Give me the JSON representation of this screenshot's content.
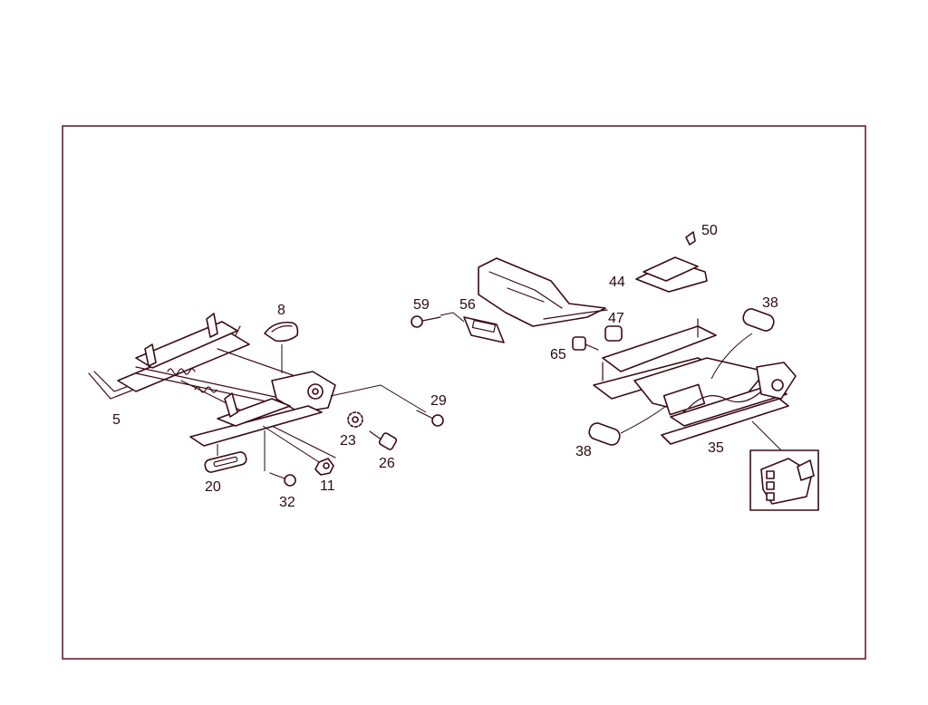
{
  "colors": {
    "frame": "#5a1020",
    "ink": "#3a0a14",
    "background": "#ffffff"
  },
  "callouts": [
    {
      "id": "5",
      "label": "5"
    },
    {
      "id": "8",
      "label": "8"
    },
    {
      "id": "11",
      "label": "11"
    },
    {
      "id": "20",
      "label": "20"
    },
    {
      "id": "23",
      "label": "23"
    },
    {
      "id": "26",
      "label": "26"
    },
    {
      "id": "29",
      "label": "29"
    },
    {
      "id": "32",
      "label": "32"
    },
    {
      "id": "35",
      "label": "35"
    },
    {
      "id": "38a",
      "label": "38"
    },
    {
      "id": "38b",
      "label": "38"
    },
    {
      "id": "44",
      "label": "44"
    },
    {
      "id": "47",
      "label": "47"
    },
    {
      "id": "50",
      "label": "50"
    },
    {
      "id": "56",
      "label": "56"
    },
    {
      "id": "59",
      "label": "59"
    },
    {
      "id": "65",
      "label": "65"
    }
  ]
}
